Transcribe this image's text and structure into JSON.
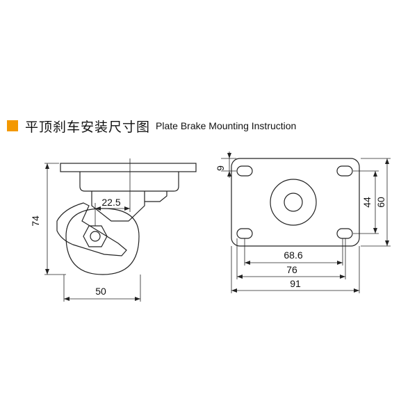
{
  "header": {
    "marker_color": "#f39800",
    "title_cn": "平顶刹车安装尺寸图",
    "title_en": "Plate Brake  Mounting Instruction"
  },
  "dimensions": {
    "height_total": "74",
    "brake_offset": "22.5",
    "width_side": "50",
    "hole_offset_top": "9",
    "hole_spacing_vertical": "44",
    "plate_height": "60",
    "hole_spacing_inner": "68.6",
    "hole_spacing_outer": "76",
    "plate_width": "91"
  }
}
